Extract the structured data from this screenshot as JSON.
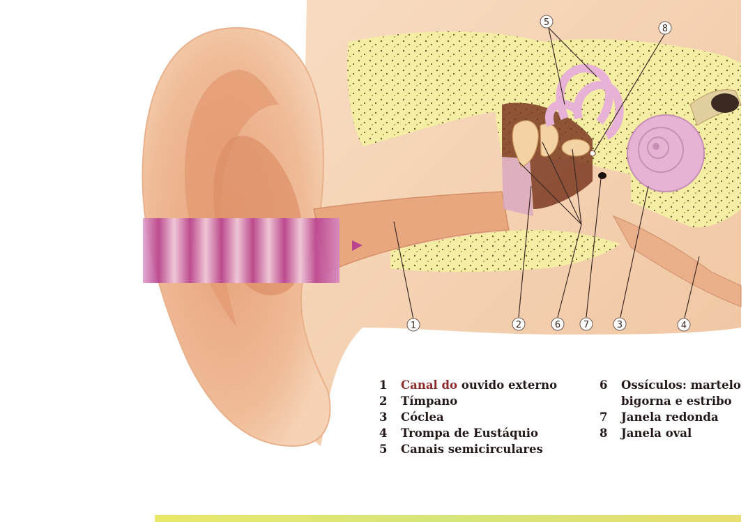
{
  "callouts": {
    "n1": "1",
    "n2": "2",
    "n3": "3",
    "n4": "4",
    "n5": "5",
    "n6": "6",
    "n7": "7",
    "n8": "8"
  },
  "legend": {
    "left": [
      {
        "num": "1",
        "label_red": "Canal do",
        "label": " ouvido externo"
      },
      {
        "num": "2",
        "label_red": "",
        "label": "Tímpano"
      },
      {
        "num": "3",
        "label_red": "",
        "label": "Cóclea"
      },
      {
        "num": "4",
        "label_red": "",
        "label": "Trompa de Eustáquio"
      },
      {
        "num": "5",
        "label_red": "",
        "label": "Canais semicirculares"
      }
    ],
    "right": {
      "item6_num": "6",
      "item6_line1": "Ossículos: martelo,",
      "item6_line2": "bigorna e estribo",
      "item7_num": "7",
      "item7_label": "Janela redonda",
      "item8_num": "8",
      "item8_label": "Janela oval"
    }
  },
  "colors": {
    "skin": "#f2c7a3",
    "skin_dark": "#d98f66",
    "bone": "#f5f0a8",
    "canal": "#e8a77f",
    "inner_ear": "#e8b7d8",
    "ossicles": "#f0cfa0",
    "sound_wave": "#c0509a"
  }
}
